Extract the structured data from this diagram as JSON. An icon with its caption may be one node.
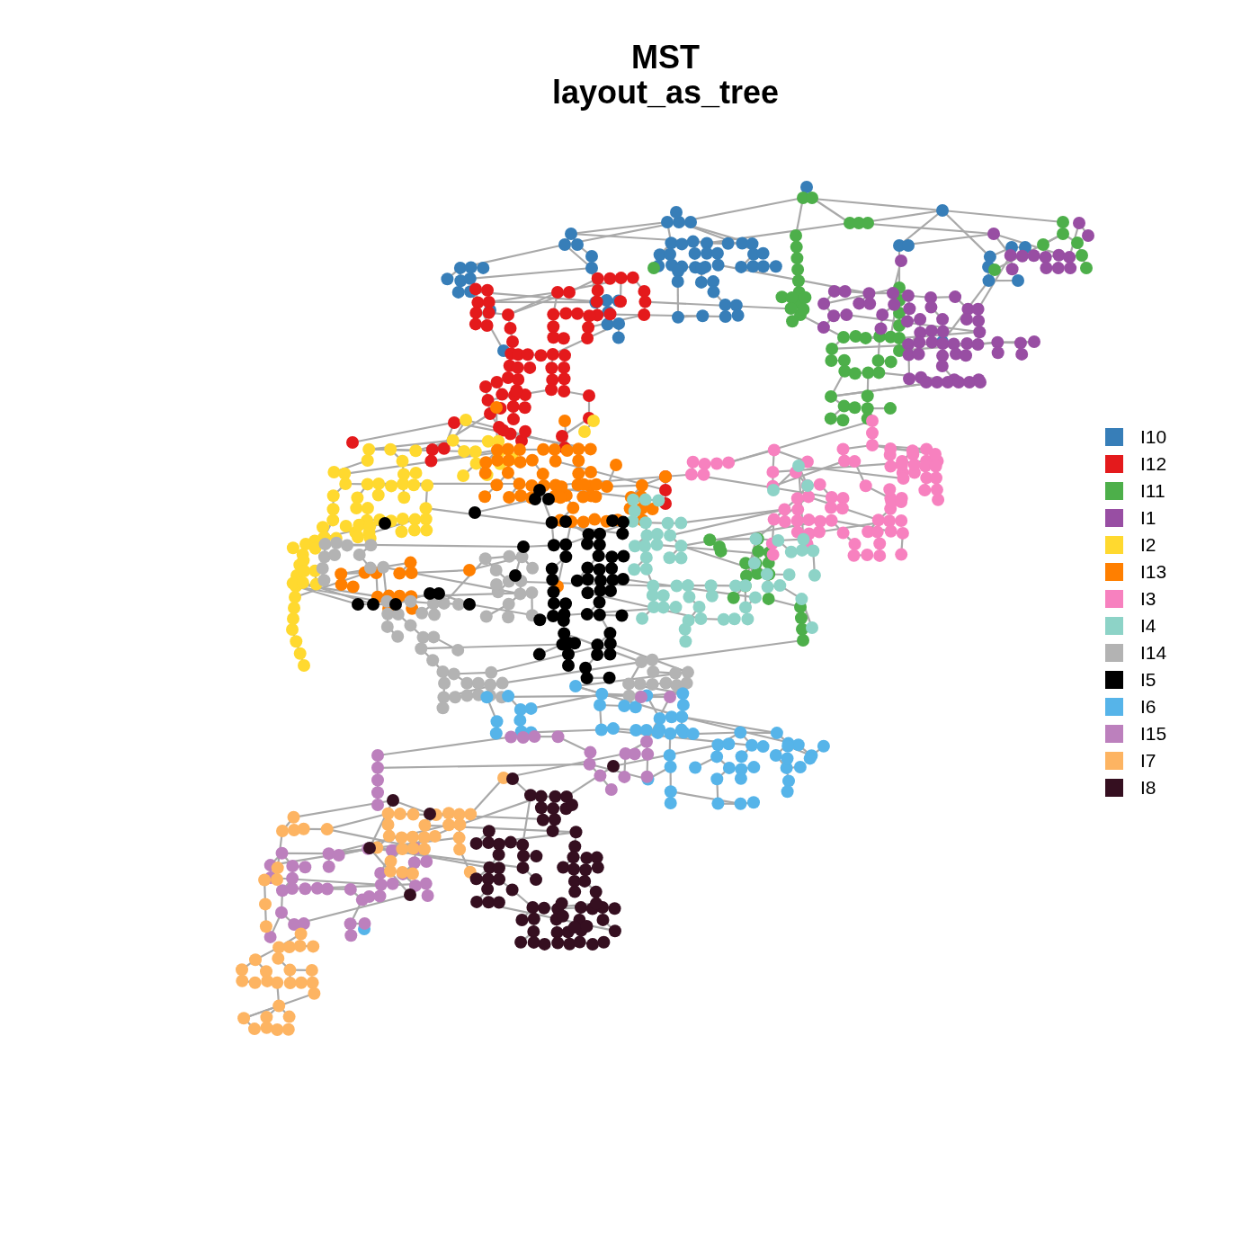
{
  "diagram": {
    "title": "MST layout_as_tree",
    "legend": [
      {
        "text": "I10",
        "color": "#377eb8"
      },
      {
        "text": "I12",
        "color": "#e41a1c"
      },
      {
        "text": "I11",
        "color": "#4daf4a"
      },
      {
        "text": "I1",
        "color": "#984ea3"
      },
      {
        "text": "I2",
        "color": "#ffd92f"
      },
      {
        "text": "I13",
        "color": "#ff7f00"
      },
      {
        "text": "I3",
        "color": "#f781bf"
      },
      {
        "text": "I4",
        "color": "#8dd3c7"
      },
      {
        "text": "I14",
        "color": "#b3b3b3"
      },
      {
        "text": "I5",
        "color": "#000000"
      },
      {
        "text": "I6",
        "color": "#56b4e9"
      },
      {
        "text": "I15",
        "color": "#bc80bd"
      },
      {
        "text": "I7",
        "color": "#fdb462"
      },
      {
        "text": "I8",
        "color": "#350f20"
      }
    ]
  }
}
